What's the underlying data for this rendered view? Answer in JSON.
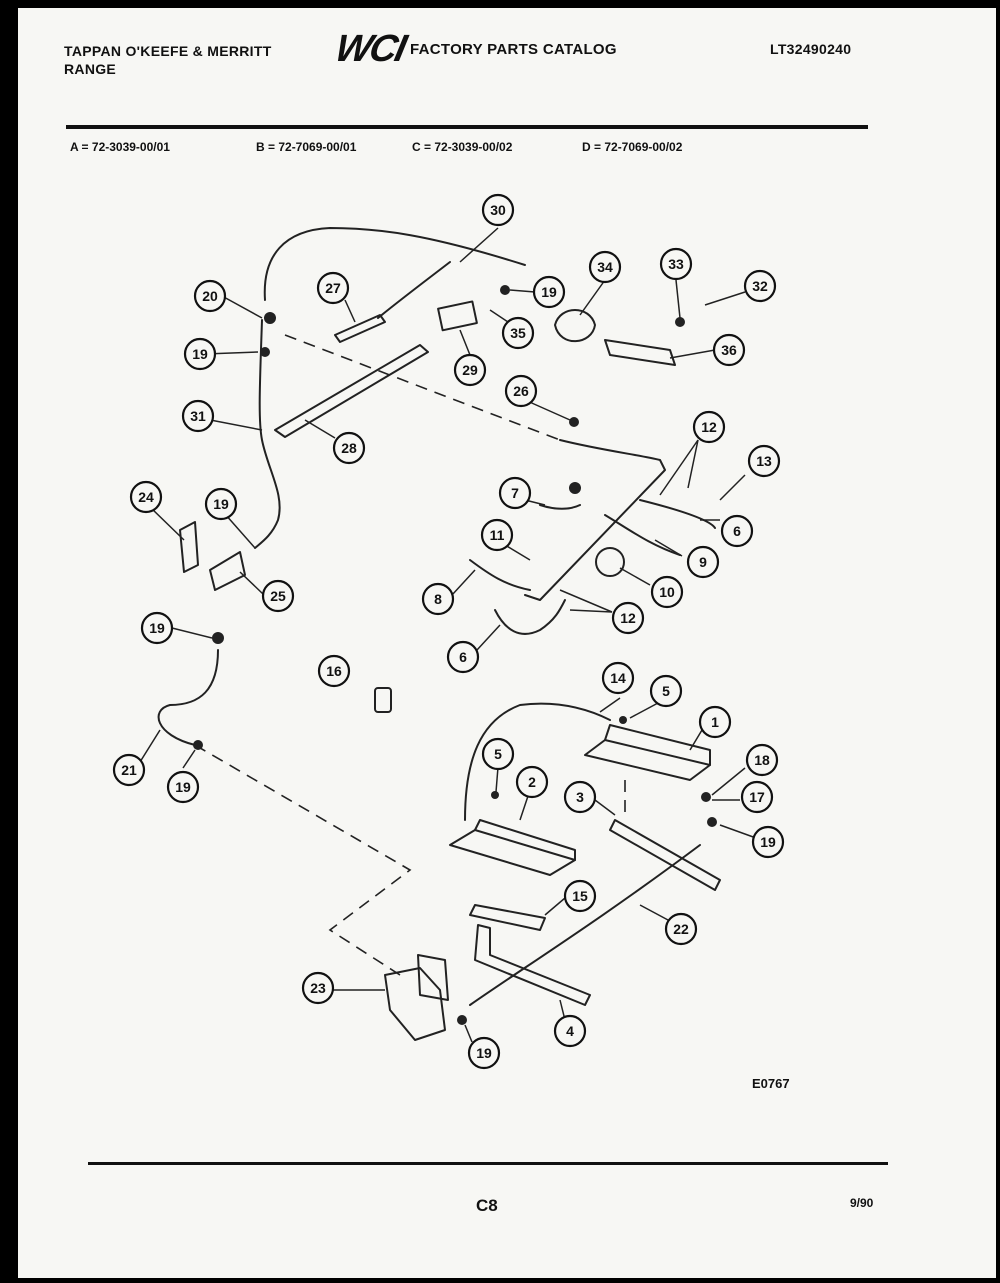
{
  "header": {
    "brand_line1": "TAPPAN O'KEEFE & MERRITT",
    "brand_line2": "RANGE",
    "logo": "WCI",
    "catalog_title": "FACTORY PARTS CATALOG",
    "model_number": "LT32490240"
  },
  "variants": [
    "A = 72-3039-00/01",
    "B = 72-7069-00/01",
    "C = 72-3039-00/02",
    "D = 72-7069-00/02"
  ],
  "callouts": [
    "30",
    "20",
    "27",
    "19",
    "34",
    "33",
    "32",
    "35",
    "36",
    "19",
    "29",
    "28",
    "26",
    "31",
    "12",
    "13",
    "7",
    "6",
    "24",
    "19",
    "11",
    "9",
    "10",
    "25",
    "8",
    "12",
    "19",
    "6",
    "16",
    "14",
    "5",
    "1",
    "18",
    "21",
    "19",
    "5",
    "2",
    "3",
    "17",
    "19",
    "15",
    "22",
    "23",
    "4",
    "19"
  ],
  "footer": {
    "drawing_code": "E0767",
    "page_number": "C8",
    "revision": "9/90"
  }
}
